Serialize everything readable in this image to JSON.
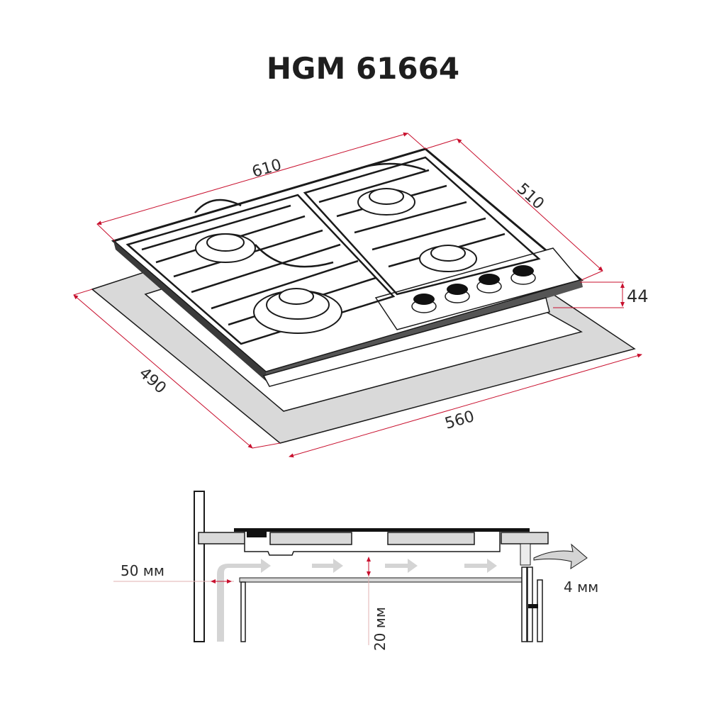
{
  "title": "HGM 61664",
  "colors": {
    "dimension_line": "#c8102e",
    "outline": "#1a1a1a",
    "cutout_fill": "#d9d9d9",
    "airflow_arrow": "#d4d4d4",
    "background": "#ffffff"
  },
  "top_view": {
    "dimensions": {
      "width": "610",
      "depth": "510",
      "height": "44",
      "cutout_depth": "490",
      "cutout_width": "560"
    },
    "burners_count": 4,
    "knobs_count": 4
  },
  "section_view": {
    "labels": {
      "side_clearance": "50 мм",
      "bottom_clearance": "20 мм",
      "rear_gap": "4 мм"
    },
    "airflow_arrows_count": 4
  }
}
